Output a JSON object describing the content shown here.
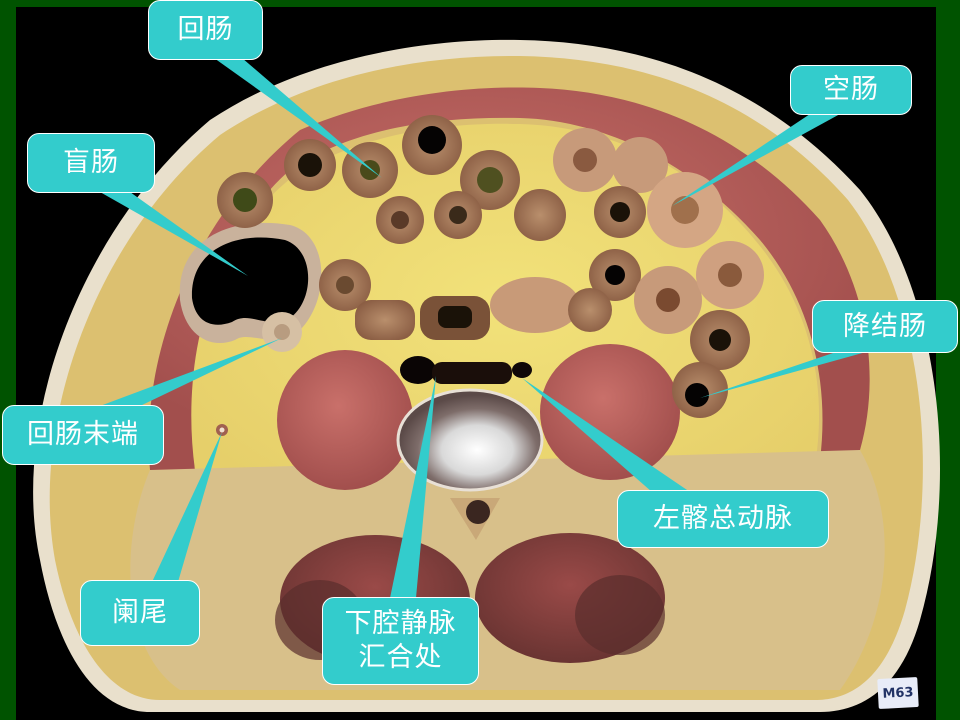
{
  "frame": {
    "border_color": "#005300",
    "background_color": "#000000",
    "callout_color": "#33cccc",
    "callout_text_color": "#ffffff"
  },
  "image": {
    "subject": "cross-section-anatomy",
    "specimen_tag": "M63"
  },
  "labels": {
    "ileum": "回肠",
    "jejunum": "空肠",
    "cecum": "盲肠",
    "descending_colon": "降结肠",
    "terminal_ileum": "回肠末端",
    "left_common_iliac_artery": "左髂总动脉",
    "appendix": "阑尾",
    "ivc_confluence_line1": "下腔静脉",
    "ivc_confluence_line2": "汇合处"
  }
}
